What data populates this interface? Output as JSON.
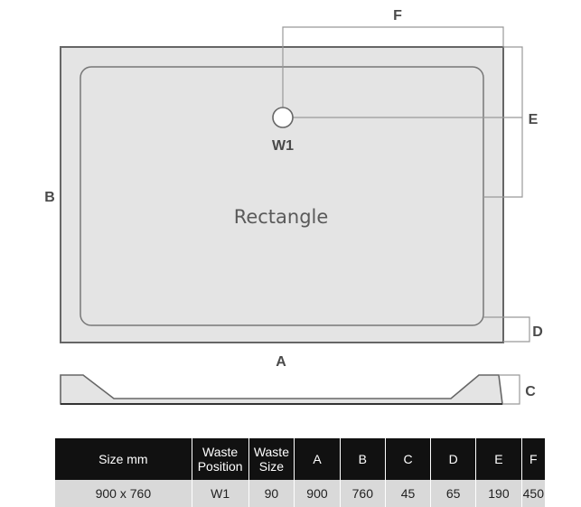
{
  "labels": {
    "a": "A",
    "b": "B",
    "c": "C",
    "d": "D",
    "e": "E",
    "f": "F",
    "w1": "W1",
    "shape": "Rectangle"
  },
  "table": {
    "headers": [
      "Size mm",
      "Waste Position",
      "Waste Size",
      "A",
      "B",
      "C",
      "D",
      "E",
      "F"
    ],
    "row": [
      "900 x 760",
      "W1",
      "90",
      "900",
      "760",
      "45",
      "65",
      "190",
      "450"
    ]
  },
  "colors": {
    "tray_fill": "#e4e4e4",
    "tray_outline": "#666666",
    "dimension_line": "#999999",
    "header_bg": "#111111",
    "row_bg": "#d9d9d9"
  }
}
